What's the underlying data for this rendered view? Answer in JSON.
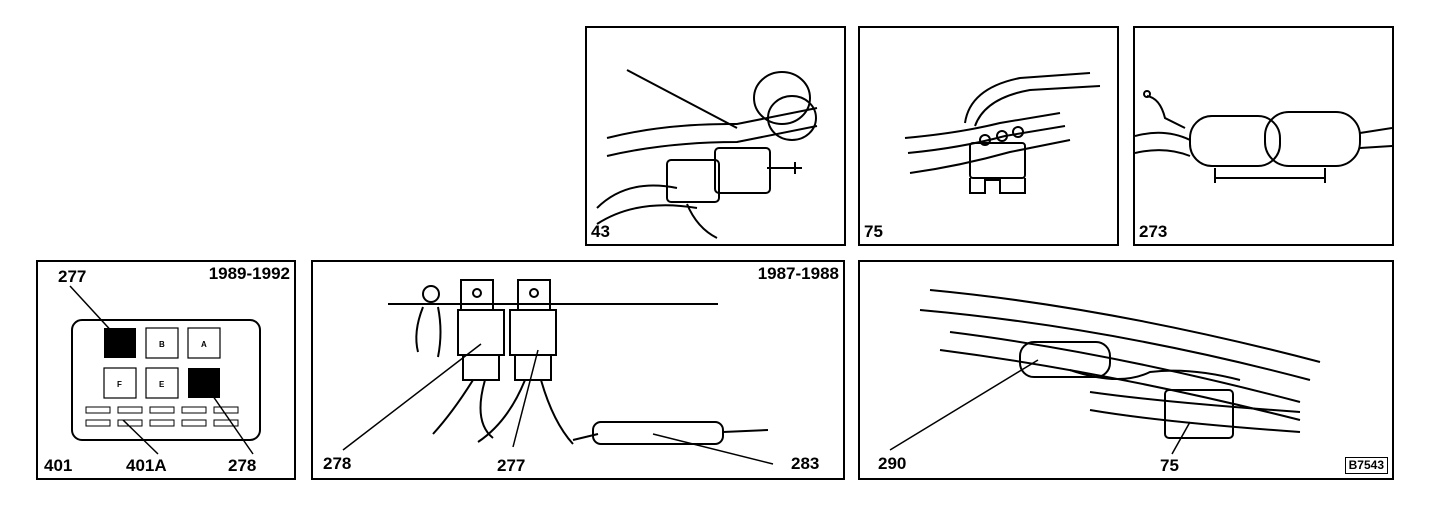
{
  "panels": {
    "p43": {
      "ref": "43"
    },
    "p75a": {
      "ref": "75"
    },
    "p273": {
      "ref": "273"
    },
    "fusebox": {
      "year": "1989-1992",
      "callouts": [
        "277",
        "401",
        "401A",
        "278"
      ],
      "fuse_letters": [
        "B",
        "A",
        "F",
        "E"
      ]
    },
    "relays": {
      "year": "1987-1988",
      "callouts": [
        "278",
        "277",
        "283"
      ]
    },
    "harness": {
      "callouts": [
        "290",
        "75"
      ],
      "code": "B7543"
    }
  }
}
